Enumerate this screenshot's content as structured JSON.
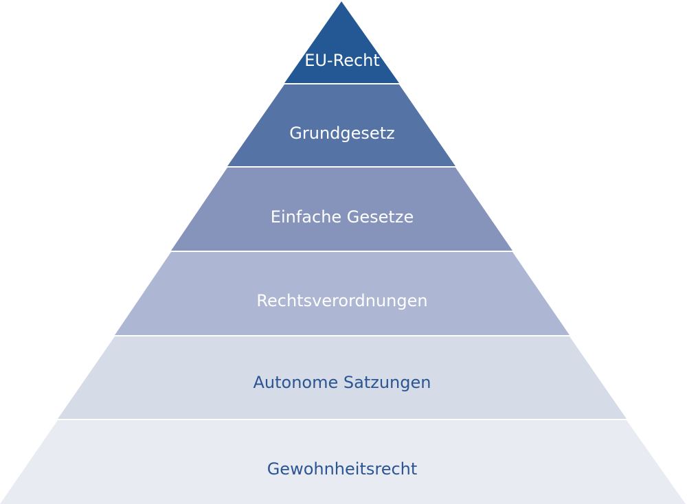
{
  "pyramid": {
    "tiers": [
      {
        "label": "EU-Recht",
        "fill": "#245894",
        "text_color": "#ffffff"
      },
      {
        "label": "Grundgesetz",
        "fill": "#5673a6",
        "text_color": "#ffffff"
      },
      {
        "label": "Einfache Gesetze",
        "fill": "#8694bc",
        "text_color": "#ffffff"
      },
      {
        "label": "Rechtsverordnungen",
        "fill": "#adb6d2",
        "text_color": "#ffffff"
      },
      {
        "label": "Autonome Satzungen",
        "fill": "#d6dbe8",
        "text_color": "#2b5592"
      },
      {
        "label": "Gewohnheitsrecht",
        "fill": "#e9ebf3",
        "text_color": "#2b5592"
      }
    ]
  }
}
